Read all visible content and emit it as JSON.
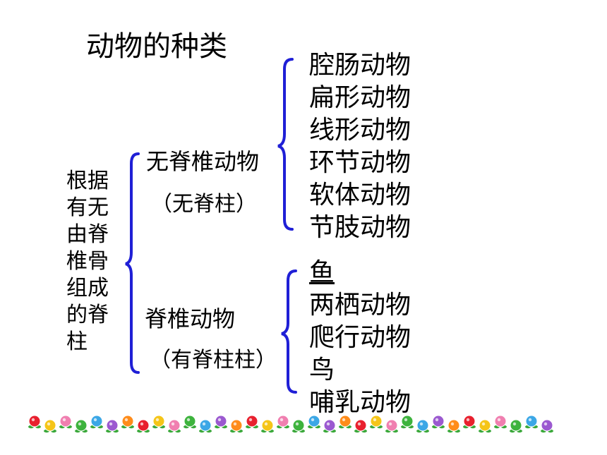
{
  "title": "动物的种类",
  "criterion": "根据有无由脊椎骨组成的脊柱",
  "groups": [
    {
      "label": "无脊椎动物",
      "note": "（无脊柱）",
      "items": [
        "腔肠动物",
        "扁形动物",
        "线形动物",
        "环节动物",
        "软体动物",
        "节肢动物"
      ]
    },
    {
      "label": "脊椎动物",
      "note": "（有脊柱柱）",
      "items": [
        "鱼",
        "两栖动物",
        "爬行动物",
        "鸟",
        "哺乳动物"
      ]
    }
  ],
  "colors": {
    "brace": "#1f1fd6",
    "text": "#000000",
    "flower_palette": [
      "#e8202e",
      "#f5c518",
      "#f07fb0",
      "#3db33d",
      "#3ba7e6",
      "#9b59d0",
      "#ff8c1a"
    ]
  },
  "decoration": {
    "icon": "flower-icon",
    "count": 34
  }
}
